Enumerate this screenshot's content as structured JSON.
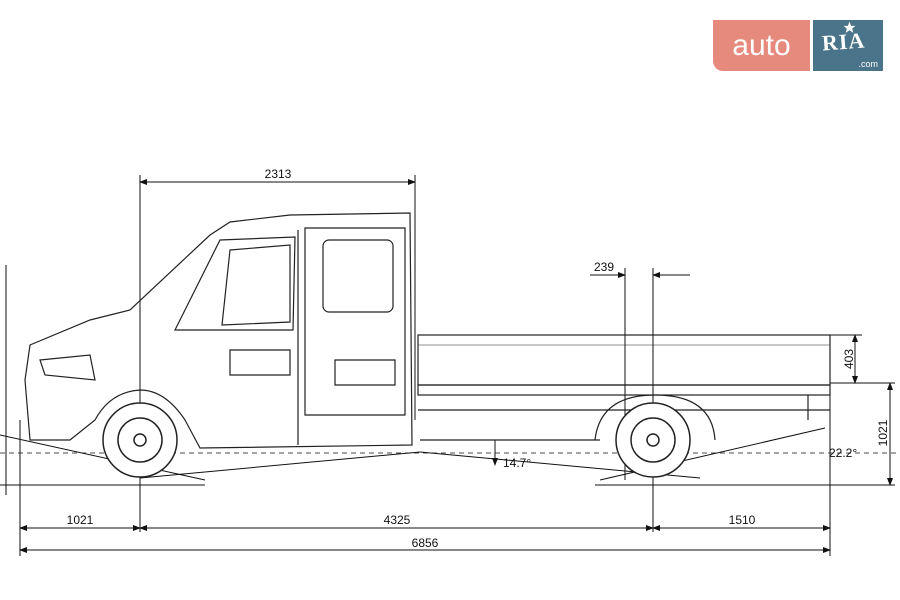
{
  "logo": {
    "auto": "auto",
    "ria": "RIA",
    "com": ".com"
  },
  "dimensions": {
    "cab_length": "2313",
    "rear_offset": "239",
    "side_height": "403",
    "platform_height": "1021",
    "front_overhang": "1021",
    "wheelbase": "4325",
    "rear_overhang": "1510",
    "total_length": "6856",
    "ramp_angle": "14.7°",
    "departure_angle": "22.2°"
  }
}
